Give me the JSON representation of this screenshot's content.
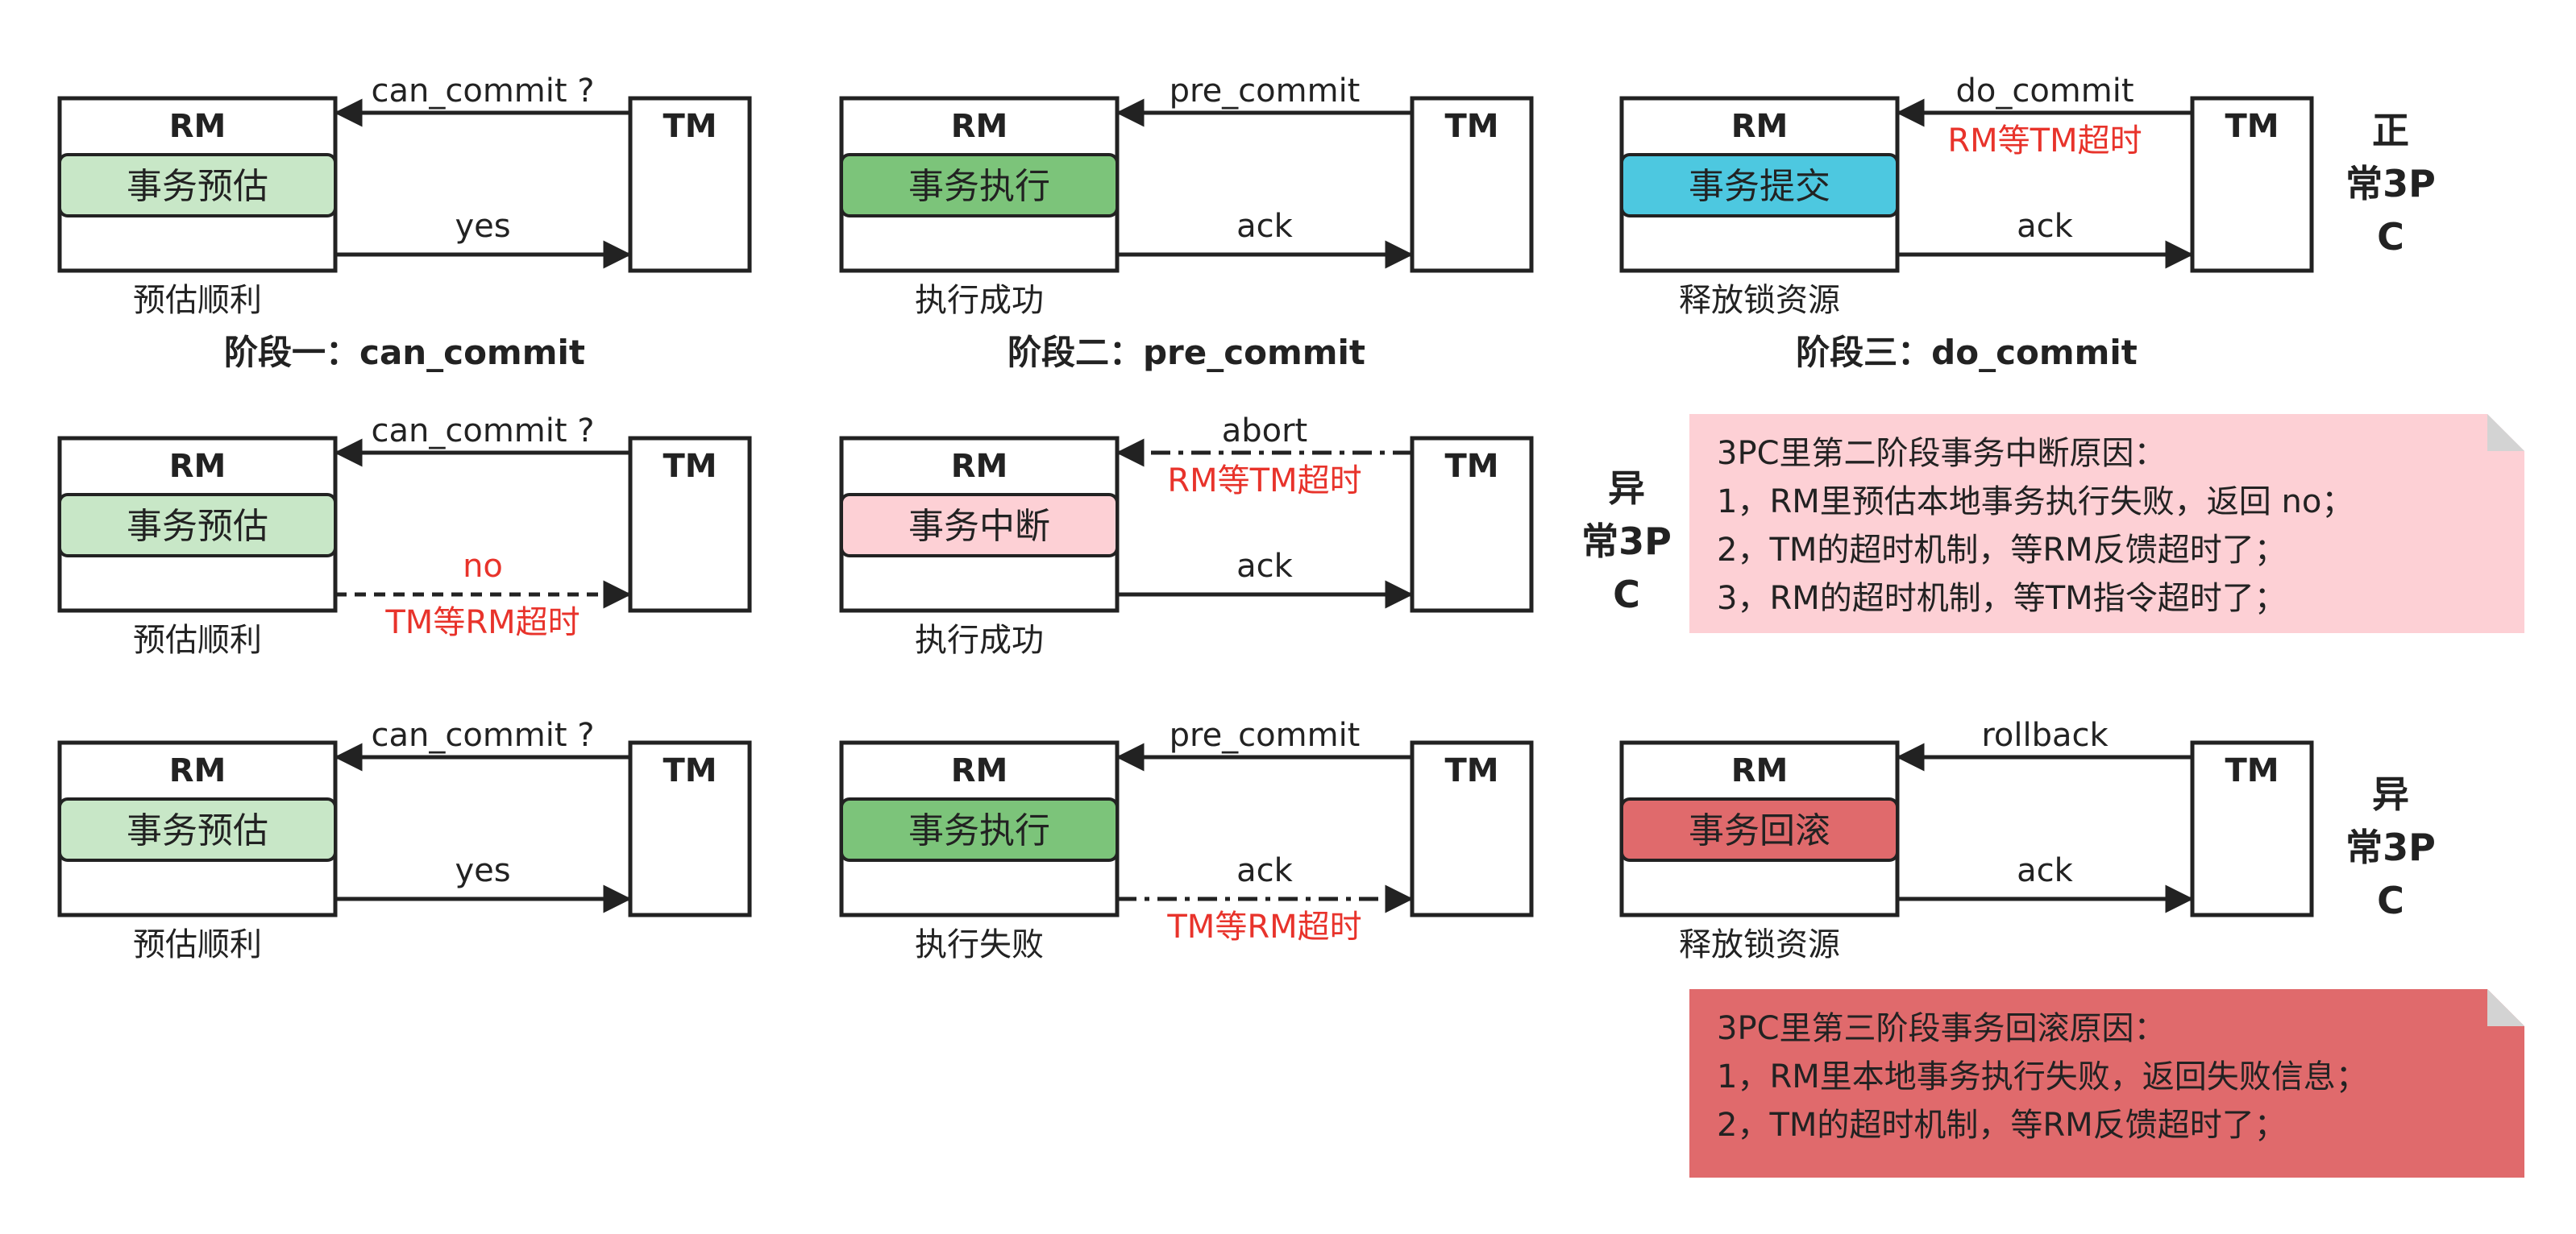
{
  "colors": {
    "tag_light_green": "#c8e7c7",
    "tag_green": "#7cc47a",
    "tag_cyan": "#4dc8e0",
    "tag_pink": "#fdd0d5",
    "tag_red": "#e06a6c",
    "note_pink": "#fdd0d5",
    "note_red": "#e06a6c",
    "alert_red": "#e8332b"
  },
  "rows": [
    {
      "side_label": [
        "正",
        "常3P",
        "C"
      ],
      "cells": [
        {
          "rm": "RM",
          "tm": "TM",
          "tag": "事务预估",
          "tag_color": "tag_light_green",
          "top_label": "can_commit ?",
          "top_note": "",
          "top_style": "solid",
          "bottom_label": "yes",
          "bottom_note": "",
          "bottom_style": "solid",
          "below": "预估顺利",
          "phase": "阶段一：can_commit"
        },
        {
          "rm": "RM",
          "tm": "TM",
          "tag": "事务执行",
          "tag_color": "tag_green",
          "top_label": "pre_commit",
          "top_note": "",
          "top_style": "solid",
          "bottom_label": "ack",
          "bottom_note": "",
          "bottom_style": "solid",
          "below": "执行成功",
          "phase": "阶段二：pre_commit"
        },
        {
          "rm": "RM",
          "tm": "TM",
          "tag": "事务提交",
          "tag_color": "tag_cyan",
          "top_label": "do_commit",
          "top_note": "RM等TM超时",
          "top_style": "solid",
          "bottom_label": "ack",
          "bottom_note": "",
          "bottom_style": "solid",
          "below": "释放锁资源",
          "phase": "阶段三：do_commit"
        }
      ]
    },
    {
      "side_label": [
        "异",
        "常3P",
        "C"
      ],
      "cells": [
        {
          "rm": "RM",
          "tm": "TM",
          "tag": "事务预估",
          "tag_color": "tag_light_green",
          "top_label": "can_commit ?",
          "top_note": "",
          "top_style": "solid",
          "bottom_label": "no",
          "bottom_label_red": true,
          "bottom_note": "TM等RM超时",
          "bottom_style": "dashed",
          "below": "预估顺利",
          "phase": ""
        },
        {
          "rm": "RM",
          "tm": "TM",
          "tag": "事务中断",
          "tag_color": "tag_pink",
          "top_label": "abort",
          "top_note": "RM等TM超时",
          "top_style": "dashdot",
          "bottom_label": "ack",
          "bottom_note": "",
          "bottom_style": "solid",
          "below": "执行成功",
          "phase": ""
        },
        null
      ],
      "note": {
        "color": "note_pink",
        "lines": [
          "3PC里第二阶段事务中断原因：",
          "1，RM里预估本地事务执行失败，返回 no；",
          "2，TM的超时机制，等RM反馈超时了；",
          "3，RM的超时机制，等TM指令超时了；"
        ]
      }
    },
    {
      "side_label": [
        "异",
        "常3P",
        "C"
      ],
      "cells": [
        {
          "rm": "RM",
          "tm": "TM",
          "tag": "事务预估",
          "tag_color": "tag_light_green",
          "top_label": "can_commit ?",
          "top_note": "",
          "top_style": "solid",
          "bottom_label": "yes",
          "bottom_note": "",
          "bottom_style": "solid",
          "below": "预估顺利",
          "phase": ""
        },
        {
          "rm": "RM",
          "tm": "TM",
          "tag": "事务执行",
          "tag_color": "tag_green",
          "top_label": "pre_commit",
          "top_note": "",
          "top_style": "solid",
          "bottom_label": "ack",
          "bottom_note": "TM等RM超时",
          "bottom_style": "dashdot",
          "below": "执行失败",
          "phase": ""
        },
        {
          "rm": "RM",
          "tm": "TM",
          "tag": "事务回滚",
          "tag_color": "tag_red",
          "top_label": "rollback",
          "top_note": "",
          "top_style": "solid",
          "bottom_label": "ack",
          "bottom_note": "",
          "bottom_style": "solid",
          "below": "释放锁资源",
          "phase": ""
        }
      ],
      "note": {
        "color": "note_red",
        "lines": [
          "3PC里第三阶段事务回滚原因：",
          "1，RM里本地事务执行失败，返回失败信息；",
          "2，TM的超时机制，等RM反馈超时了；"
        ]
      }
    }
  ]
}
